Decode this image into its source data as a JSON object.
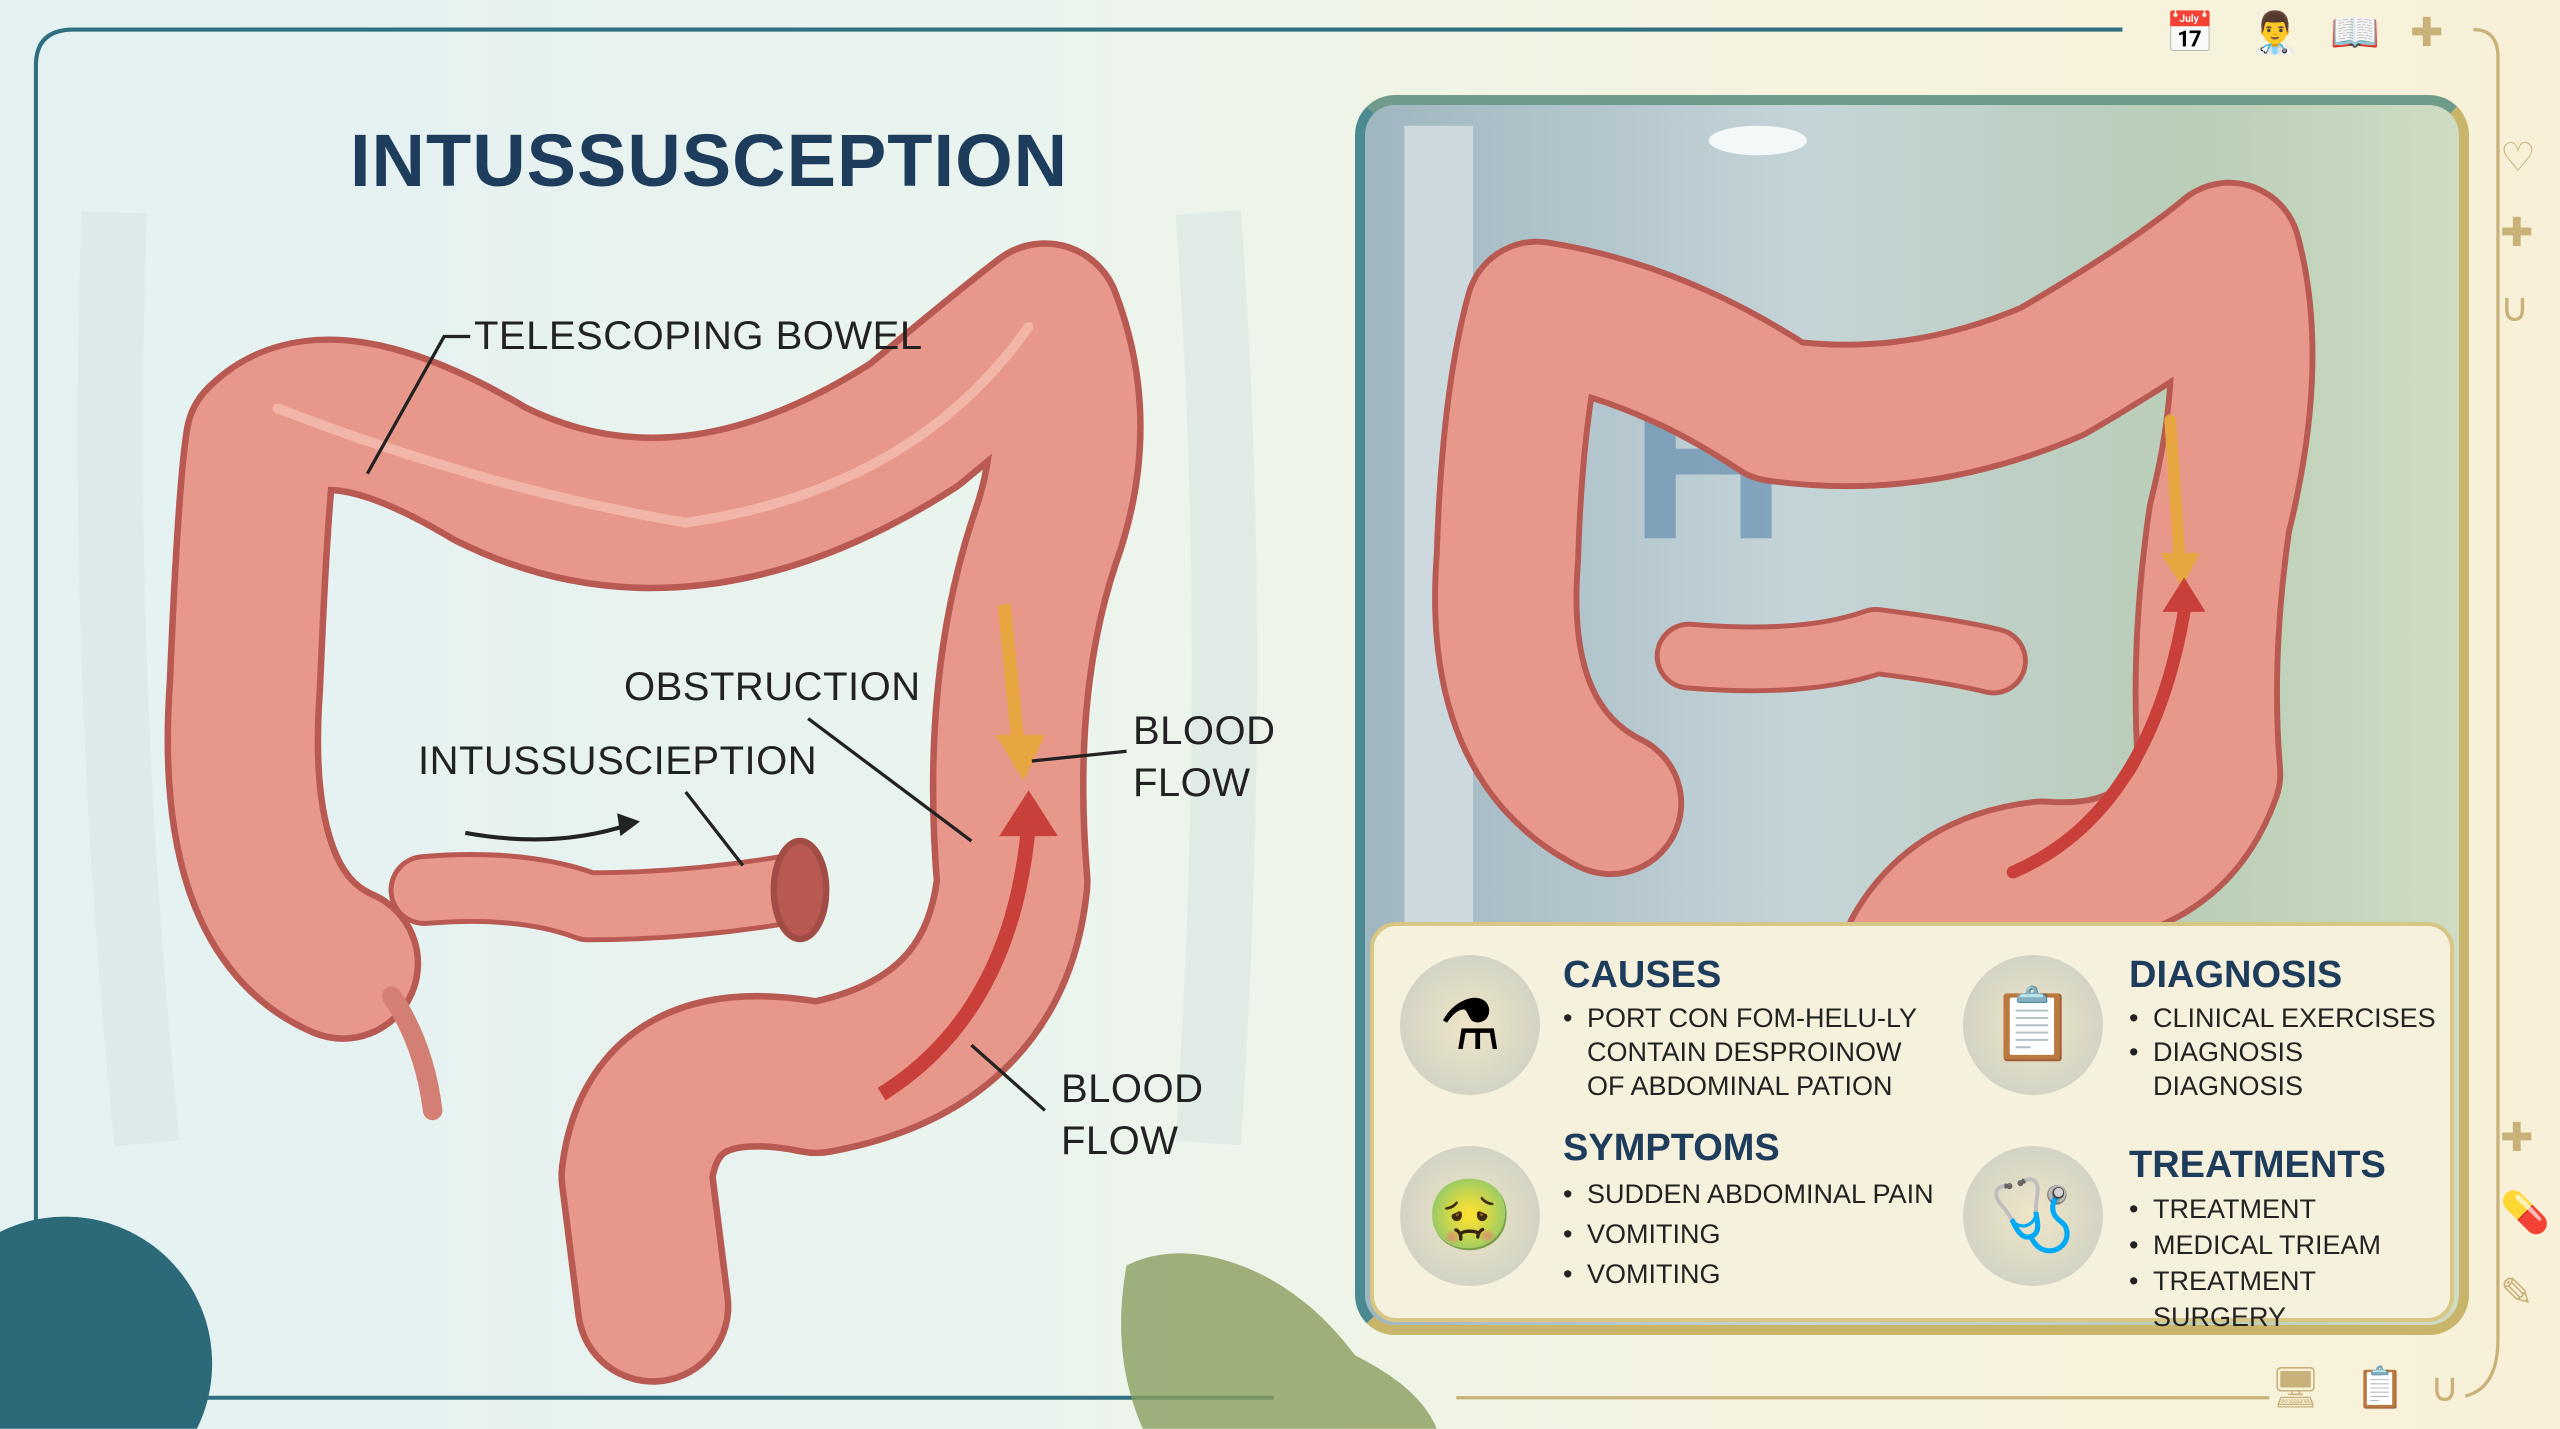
{
  "title": "INTUSSUSCEPTION",
  "labels": {
    "telescoping": "TELESCOPING BOWEL",
    "obstruction": "OBSTRUCTION",
    "intussusception": "INTUSSUSCIEPTION",
    "blood_flow_1_line1": "BLOOD",
    "blood_flow_1_line2": "FLOW",
    "blood_flow_2_line1": "BLOOD",
    "blood_flow_2_line2": "FLOW"
  },
  "sections": {
    "causes": {
      "heading": "CAUSES",
      "icon": "lab-flask-icon",
      "items": [
        "PORT CON FOM-HELU-LY CONTAIN DESPROINOW OF ABDOMINAL PATION"
      ]
    },
    "diagnosis": {
      "heading": "DIAGNOSIS",
      "icon": "clipboard-checklist-icon",
      "items": [
        "CLINICAL EXERCISES",
        "DIAGNOSIS DIAGNOSIS"
      ]
    },
    "symptoms": {
      "heading": "SYMPTOMS",
      "icon": "sick-person-icon",
      "items": [
        "SUDDEN ABDOMINAL PAIN",
        "VOMITING",
        "VOMITING"
      ]
    },
    "treatments": {
      "heading": "TREATMENTS",
      "icon": "stethoscope-icon",
      "items": [
        "TREATMENT",
        "MEDICAL TRIEAM",
        "TREATMENT SURGERY"
      ]
    }
  },
  "colors": {
    "title": "#1e3d5c",
    "bowel": "#e58f84",
    "bowel_outline": "#b85a52",
    "arrow_down": "#e8a640",
    "arrow_up": "#c9403a",
    "accent_gold": "#c9b56a",
    "accent_teal": "#2f6f80"
  }
}
